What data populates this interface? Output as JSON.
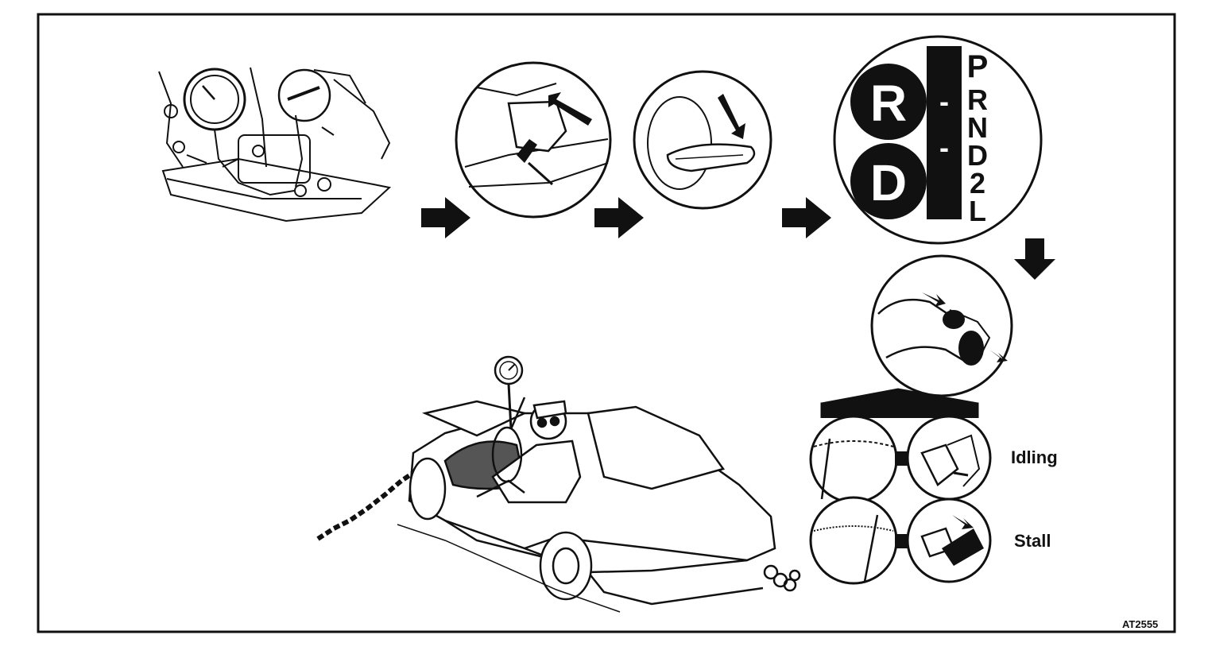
{
  "shifter": {
    "left_letters": [
      "R",
      "D"
    ],
    "dashes": [
      "-",
      "-"
    ],
    "gates": [
      "P",
      "R",
      "N",
      "D",
      "2",
      "L"
    ]
  },
  "labels": {
    "idling": "Idling",
    "stall": "Stall",
    "figure_code": "AT2555"
  },
  "colors": {
    "ink": "#111111",
    "paper": "#ffffff"
  }
}
